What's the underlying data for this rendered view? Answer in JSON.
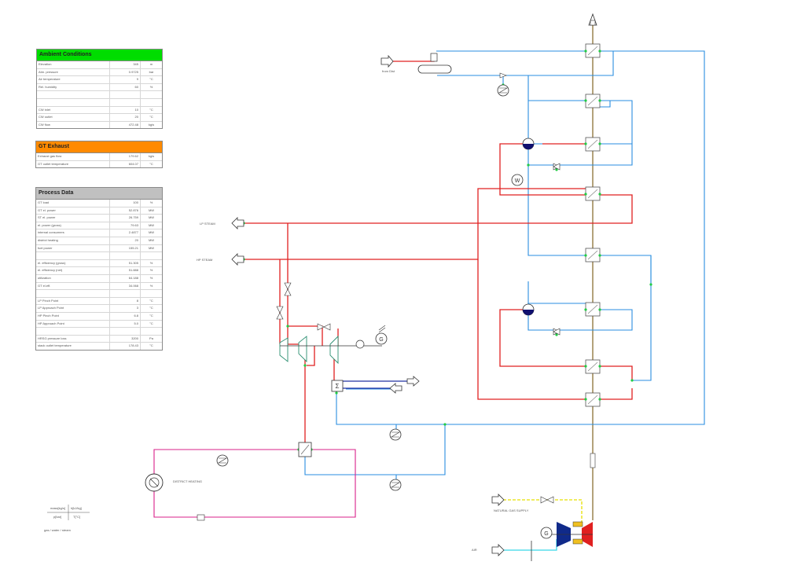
{
  "diagram": {
    "labels": {
      "from_source": "from Dist",
      "lp_steam": "LP STEAM",
      "hp_steam": "HP STEAM",
      "district_heating": "DISTRICT HEATING",
      "natural_gas_supply": "NATURAL GAS SUPPLY",
      "air": "AIR"
    },
    "legend": {
      "top_left": "mass[kg/s]",
      "top_right": "h[kJ/kg]",
      "bottom_left": "p[bar]",
      "bottom_right": "T[°C]",
      "caption": "gas / water / steam"
    },
    "colors": {
      "steam": "#e02020",
      "water": "#2a8ee0",
      "flue_gas": "#a08a5a",
      "fuel": "#e8e000",
      "air": "#38d8e8",
      "district_heating": "#d8208a",
      "panel_ambient": "#00dd00",
      "panel_exhaust": "#ff8a00",
      "panel_process": "#c0c0c0"
    }
  },
  "panels": {
    "ambient": {
      "title": "Ambient Conditions",
      "rows": [
        {
          "label": "Elevation",
          "value": "345",
          "unit": "m"
        },
        {
          "label": "Atm. pressure",
          "value": "0.9725",
          "unit": "bar"
        },
        {
          "label": "Air temperature",
          "value": "9",
          "unit": "°C"
        },
        {
          "label": "Rel. humidity",
          "value": "60",
          "unit": "%"
        },
        {
          "label": "",
          "value": "",
          "unit": ""
        },
        {
          "label": "",
          "value": "",
          "unit": ""
        },
        {
          "label": "CW inlet",
          "value": "10",
          "unit": "°C"
        },
        {
          "label": "CW outlet",
          "value": "20",
          "unit": "°C"
        },
        {
          "label": "CW flow",
          "value": "472.48",
          "unit": "kg/s"
        }
      ]
    },
    "exhaust": {
      "title": "GT Exhaust",
      "rows": [
        {
          "label": "Exhaust gas flow",
          "value": "179.62",
          "unit": "kg/s"
        },
        {
          "label": "GT outlet temperature",
          "value": "604.07",
          "unit": "°C"
        }
      ]
    },
    "process": {
      "title": "Process Data",
      "rows": [
        {
          "label": "GT load",
          "value": "100",
          "unit": "%"
        },
        {
          "label": "GT el. power",
          "value": "52.876",
          "unit": "MW"
        },
        {
          "label": "ST el. power",
          "value": "26.759",
          "unit": "MW"
        },
        {
          "label": "el. power (gross)",
          "value": "79.63",
          "unit": "MW"
        },
        {
          "label": "internal consumers",
          "value": "2.4877",
          "unit": "MW"
        },
        {
          "label": "district heating",
          "value": "20",
          "unit": "MW"
        },
        {
          "label": "fuel power",
          "value": "155.21",
          "unit": "MW"
        },
        {
          "label": "",
          "value": "",
          "unit": ""
        },
        {
          "label": "el. efficiency (gross)",
          "value": "51.305",
          "unit": "%"
        },
        {
          "label": "el. efficiency (net)",
          "value": "51.888",
          "unit": "%"
        },
        {
          "label": "utilization",
          "value": "64.188",
          "unit": "%"
        },
        {
          "label": "GT el.eff.",
          "value": "34.068",
          "unit": "%"
        },
        {
          "label": "",
          "value": "",
          "unit": ""
        },
        {
          "label": "LP Pinch Point",
          "value": "8",
          "unit": "°C"
        },
        {
          "label": "LP Approach Point",
          "value": "3",
          "unit": "°C"
        },
        {
          "label": "HP Pinch Point",
          "value": "6.8",
          "unit": "°C"
        },
        {
          "label": "HP Approach Point",
          "value": "5.0",
          "unit": "°C"
        },
        {
          "label": "",
          "value": "",
          "unit": ""
        },
        {
          "label": "HRSG pressure loss",
          "value": "3200",
          "unit": "Pa"
        },
        {
          "label": "stack outlet temperature",
          "value": "178.43",
          "unit": "°C"
        }
      ]
    }
  }
}
